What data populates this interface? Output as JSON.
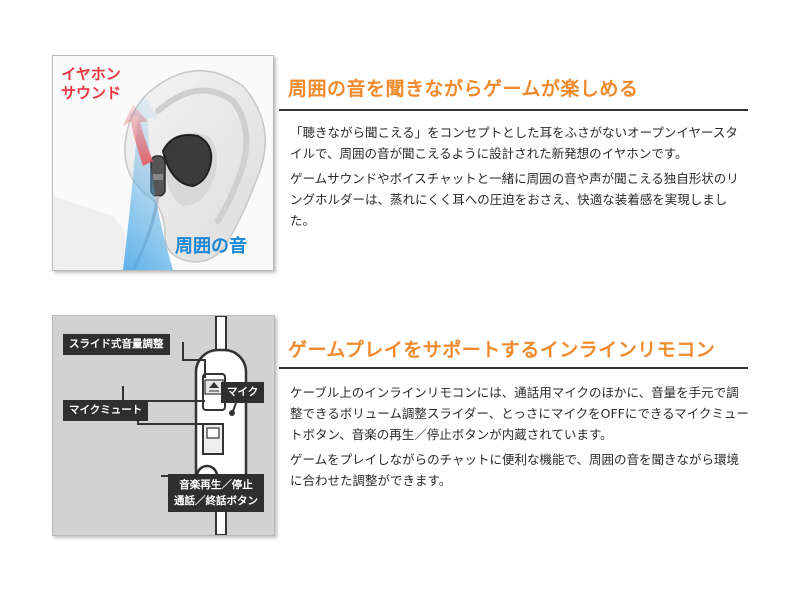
{
  "sections": [
    {
      "heading": "周囲の音を聞きながらゲームが楽しめる",
      "paragraphs": [
        "「聴きながら聞こえる」をコンセプトとした耳をふさがないオープンイヤースタイルで、周囲の音が聞こえるように設計された新発想のイヤホンです。",
        "ゲームサウンドやボイスチャットと一緒に周囲の音や声が聞こえる独自形状のリングホルダーは、蒸れにくく耳への圧迫をおさえ、快適な装着感を実現しました。"
      ],
      "figure": {
        "label_top_line1": "イヤホン",
        "label_top_line2": "サウンド",
        "label_bottom": "周囲の音"
      }
    },
    {
      "heading": "ゲームプレイをサポートするインラインリモコン",
      "paragraphs": [
        "ケーブル上のインラインリモコンには、通話用マイクのほかに、音量を手元で調整できるボリューム調整スライダー、とっさにマイクをOFFにできるマイクミュートボタン、音楽の再生／停止ボタンが内蔵されています。",
        "ゲームをプレイしながらのチャットに便利な機能で、周囲の音を聞きながら環境に合わせた調整ができます。"
      ],
      "figure": {
        "callout_volume": "スライド式音量調整",
        "callout_mic": "マイク",
        "callout_mute": "マイクミュート",
        "callout_play_line1": "音楽再生／停止",
        "callout_play_line2": "通話／終話ボタン"
      }
    }
  ],
  "colors": {
    "heading": "#f08a2c",
    "label_red": "#e8373f",
    "label_blue": "#1a86d6",
    "callout_bg": "#2f2f2f"
  }
}
